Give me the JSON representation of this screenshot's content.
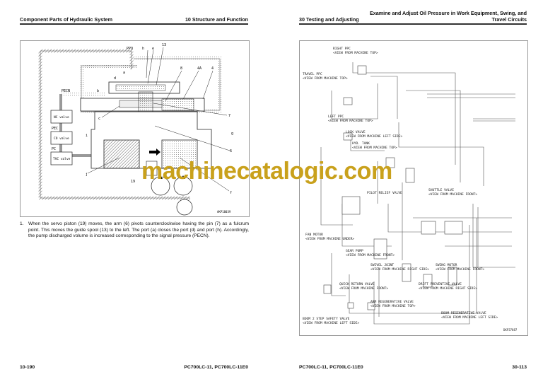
{
  "left_page": {
    "header_left": "Component Parts of Hydraulic System",
    "header_right": "10 Structure and Function",
    "figure": {
      "code": "AKP18039",
      "labels": [
        "PPO",
        "h",
        "e",
        "13",
        "a",
        "d",
        "b",
        "PECN",
        "8",
        "4A",
        "4",
        "c",
        "7",
        "NC valve",
        "PEC",
        "CO valve",
        "PC",
        "TVC valve",
        "i",
        "g",
        "6",
        "j",
        "f",
        "19"
      ]
    },
    "paragraph": {
      "number": "1.",
      "text": "When the servo piston (19) moves, the arm (6) pivots counterclockwise having the pin (7) as a fulcrum point. This moves the guide spool (13) to the left. The port (a) closes the port (d) and port (h). Accordingly, the pump discharged volume is increased corresponding to the signal pressure (PECN)."
    },
    "footer_page": "10-190",
    "footer_model": "PC700LC-11, PC700LC-11E0"
  },
  "right_page": {
    "header_left": "30 Testing and Adjusting",
    "header_right_line1": "Examine and Adjust Oil Pressure in Work Equipment, Swing, and",
    "header_right_line2": "Travel Circuits",
    "figure": {
      "code": "DKP37887",
      "components": [
        {
          "name": "RIGHT PPC",
          "view": "<VIEW FROM MACHINE TOP>"
        },
        {
          "name": "TRAVEL PPC",
          "view": "<VIEW FROM MACHINE TOP>"
        },
        {
          "name": "LEFT PPC",
          "view": "<VIEW FROM MACHINE TOP>"
        },
        {
          "name": "LOCK VALVE",
          "view": "<VIEW FROM MACHINE LEFT SIDE>"
        },
        {
          "name": "HYD. TANK",
          "view": "<VIEW FROM MACHINE TOP>"
        },
        {
          "name": "PILOT RELIEF VALVE",
          "view": ""
        },
        {
          "name": "SHUTTLE VALVE",
          "view": "<VIEW FROM MACHINE FRONT>"
        },
        {
          "name": "FAN MOTOR",
          "view": "<VIEW FROM MACHINE UNDER>"
        },
        {
          "name": "GEAR PUMP",
          "view": "<VIEW FROM MACHINE FRONT>"
        },
        {
          "name": "SWIVEL JOINT",
          "view": "<VIEW FROM MACHINE RIGHT SIDE>"
        },
        {
          "name": "SWING MOTOR",
          "view": "<VIEW FROM MACHINE FRONT>"
        },
        {
          "name": "BOOM 2 STEP SAFETY VALVE",
          "view": "<VIEW FROM MACHINE LEFT SIDE>"
        },
        {
          "name": "QUICK RETURN VALVE",
          "view": "<VIEW FROM MACHINE FRONT>"
        },
        {
          "name": "ARM REGENERATIVE VALVE",
          "view": "<VIEW FROM MACHINE TOP>"
        },
        {
          "name": "DRIFT PREVENTIVE VALVE",
          "view": "<VIEW FROM MACHINE RIGHT SIDE>"
        },
        {
          "name": "BOOM REGENERATIVE VALVE",
          "view": "<VIEW FROM MACHINE LEFT SIDE>"
        }
      ]
    },
    "footer_model": "PC700LC-11, PC700LC-11E0",
    "footer_page": "30-113"
  },
  "watermark": "machinecatalogic.com"
}
